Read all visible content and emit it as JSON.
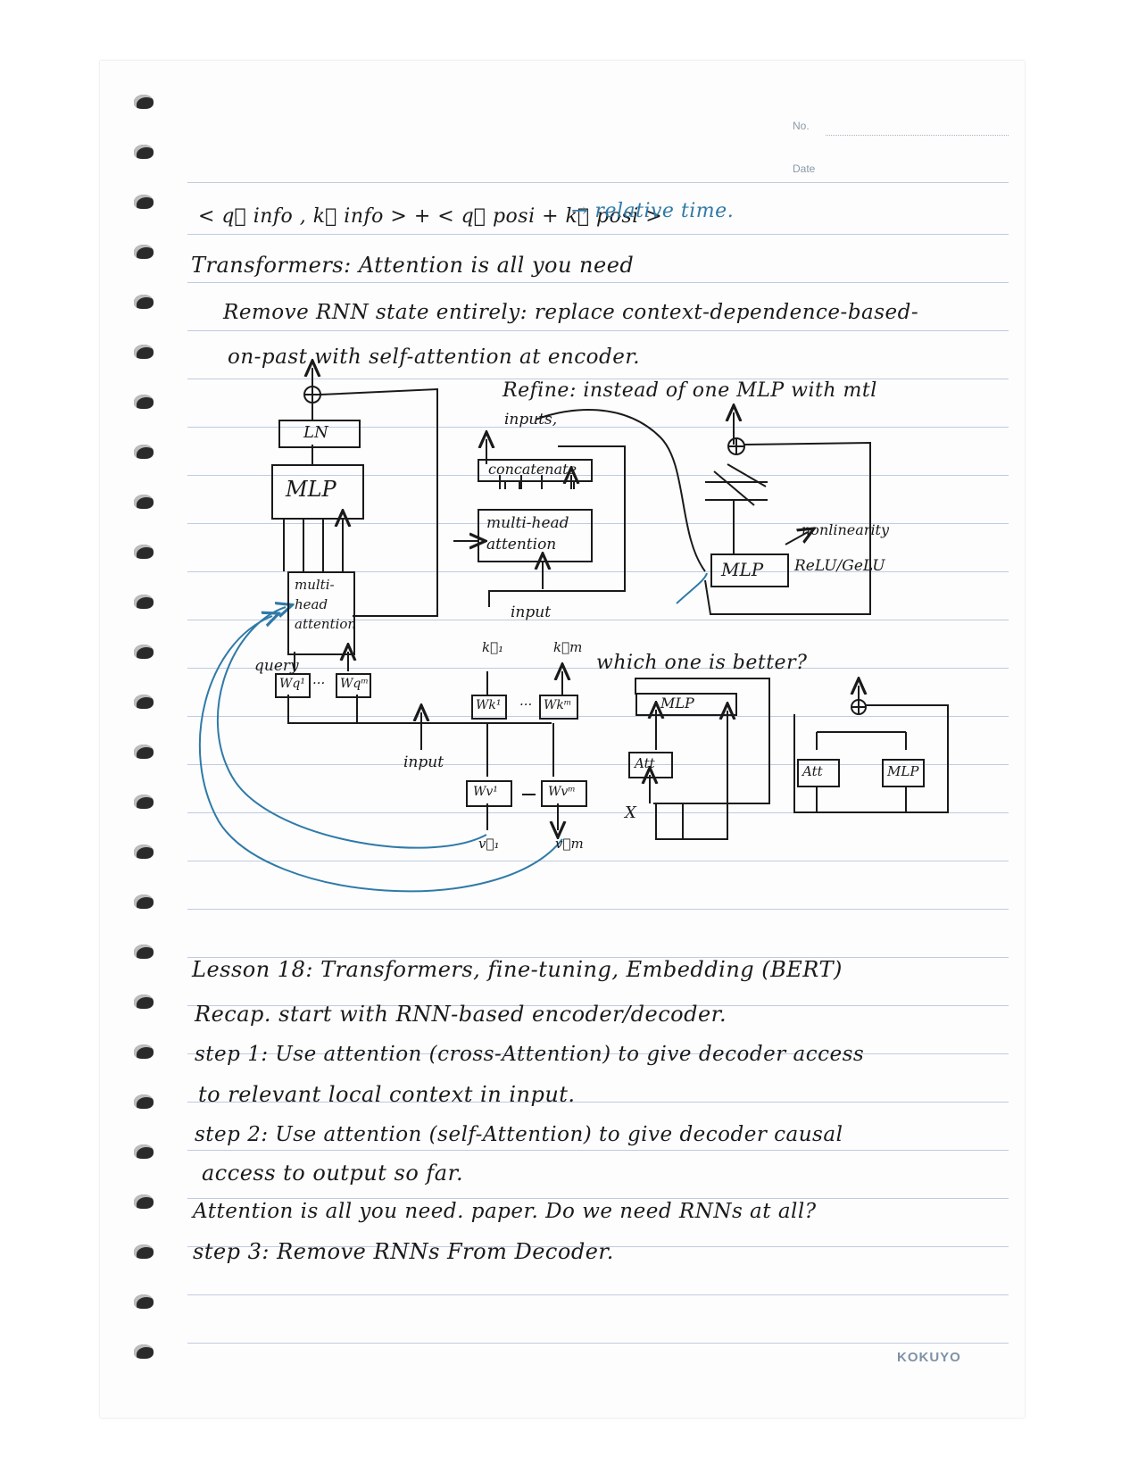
{
  "header": {
    "no_label": "No.",
    "date_label": "Date"
  },
  "brand": "KOKUYO",
  "notes": {
    "formula": "< q⃗ info , k⃗ info > + < q⃗ posi + k⃗ posi >",
    "formula_note": "→ relative time.",
    "line1": "Transformers: Attention is all you need",
    "line2": "Remove RNN state entirely: replace context-dependence-based-",
    "line3": "on-past with self-attention at encoder.",
    "refine": "Refine: instead of one MLP with mtl"
  },
  "diagram": {
    "left": {
      "ln": "LN",
      "mlp": "MLP",
      "mha": [
        "multi-",
        "head",
        "attention"
      ],
      "query": "query",
      "w1": "Wq¹",
      "wm": "Wqᵐ",
      "dots": "...",
      "input": "input"
    },
    "middle": {
      "inputs": "inputs,",
      "concat": "concatenate",
      "mha": [
        "multi-head",
        "attention"
      ],
      "input": "input",
      "k1": "k⃗₁",
      "km": "k⃗m",
      "wk1": "Wk¹",
      "wkm": "Wkᵐ",
      "wv1": "Wv¹",
      "wvm": "Wvᵐ",
      "v1": "v⃗₁",
      "vm": "v⃗m",
      "dots": "..."
    },
    "right": {
      "mlp": "MLP",
      "nonlinearity": "nonlinearity",
      "relu": "ReLU/GeLU"
    },
    "compare": {
      "question": "which one is better?",
      "mlp": "MLP",
      "att": "Att",
      "x": "X",
      "att2": "Att",
      "mlp2": "MLP"
    }
  },
  "lesson": {
    "title": "Lesson 18: Transformers, fine-tuning, Embedding (BERT)",
    "recap": "Recap. start with RNN-based encoder/decoder.",
    "step1a": "step 1: Use attention (cross-Attention) to give decoder access",
    "step1b": "to relevant local context in input.",
    "step2a": "step 2: Use attention (self-Attention) to give decoder causal",
    "step2b": "access to output so far.",
    "attn": "Attention is all you need. paper. Do we need RNNs at all?",
    "step3": "step 3: Remove RNNs From Decoder."
  }
}
